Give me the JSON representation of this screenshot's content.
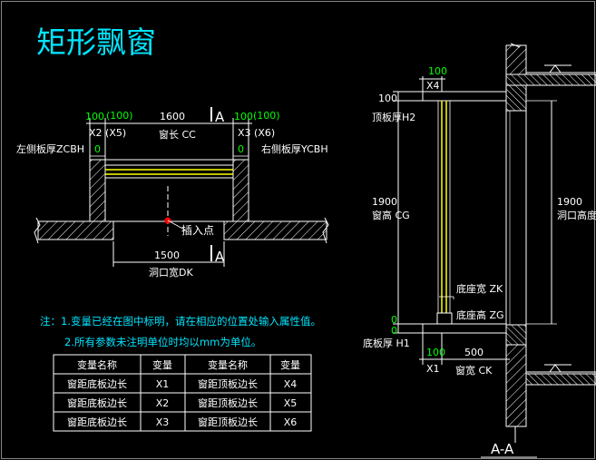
{
  "title": "矩形飘窗",
  "plan": {
    "dim_top": [
      "100",
      "(100)",
      "1600",
      "100",
      "(100)"
    ],
    "sec_mark": "A",
    "var_tl": "X2 (X5)",
    "var_tr": "X3 (X6)",
    "window_len": "窗长 CC",
    "left_thick": "左侧板厚ZCBH",
    "right_thick": "右侧板厚YCBH",
    "zero_left": "0",
    "zero_right": "0",
    "insert_point": "插入点",
    "dim_bottom": "1500",
    "opening_width": "洞口宽DK"
  },
  "section": {
    "dim_top": "100",
    "var_top": "X4",
    "top_offset": "100",
    "top_thick": "顶板厚H2",
    "height_val": "1900",
    "height_label": "窗高 CG",
    "opening_val": "1900",
    "opening_label": "洞口高度",
    "base_width": "底座宽 ZK",
    "base_height": "底座高 ZG",
    "zero_a": "0",
    "zero_b": "0",
    "bottom_thick": "底板厚 H1",
    "dim_b1": "100",
    "dim_b2": "500",
    "var_bottom": "X1",
    "window_width": "窗宽 CK",
    "section_title": "A-A"
  },
  "notes": {
    "line1": "注：1.变量已经在图中标明，请在相应的位置处输入属性值。",
    "line2": "2.所有参数未注明单位时均以mm为单位。"
  },
  "table": {
    "headers": [
      "变量名称",
      "变量",
      "变量名称",
      "变量"
    ],
    "rows": [
      [
        "窗距底板边长",
        "X1",
        "窗距顶板边长",
        "X4"
      ],
      [
        "窗距底板边长",
        "X2",
        "窗距顶板边长",
        "X5"
      ],
      [
        "窗距底板边长",
        "X3",
        "窗距顶板边长",
        "X6"
      ]
    ]
  },
  "colors": {
    "background": "#000000",
    "title": "#00e5ff",
    "dimension": "#00ff00",
    "annotation": "#ffffff",
    "note": "#00e5ff",
    "glass": "#ffff00",
    "insert_point": "#ff0000"
  }
}
